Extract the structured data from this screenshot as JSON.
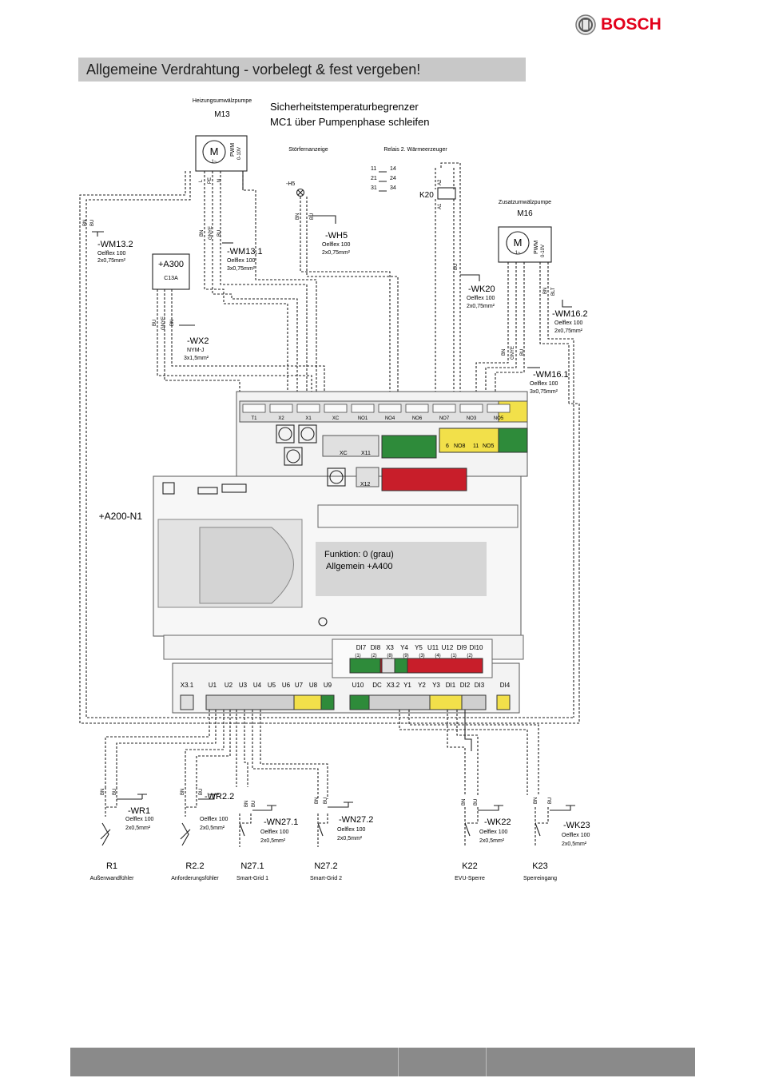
{
  "brand": {
    "name": "BOSCH"
  },
  "banner": {
    "title": "Allgemeine Verdrahtung - vorbelegt & fest vergeben!"
  },
  "notes": {
    "stb_line1": "Sicherheitstemperaturbegrenzer",
    "stb_line2": "MC1 über Pumpenphase schleifen"
  },
  "components": {
    "m13": {
      "caption": "Heizungsumwälzpumpe",
      "label": "M13",
      "symbol": "M",
      "phase": "1~",
      "pwm": "PWM",
      "pwm_range": "0-10V"
    },
    "h5": {
      "caption": "Störfernanzeige",
      "label": "-H5"
    },
    "relay": {
      "caption": "Relais 2. Wärmeerzeuger",
      "label": "K20",
      "a1": "A1",
      "a2": "A2",
      "contacts": [
        "11",
        "14",
        "21",
        "24",
        "31",
        "34"
      ]
    },
    "m16": {
      "caption": "Zusatzumwälzpumpe",
      "label": "M16",
      "symbol": "M",
      "phase": "1~",
      "pwm": "PWM",
      "pwm_range": "0-10V"
    },
    "a300": {
      "label": "+A300",
      "sub": "C13A"
    },
    "a200": {
      "label": "+A200-N1"
    },
    "function_box": {
      "line1": "Funktion: 0 (grau)",
      "line2": "Allgemein +A400"
    }
  },
  "cables": {
    "wm13_2": {
      "name": "-WM13.2",
      "type": "Oelflex 100",
      "spec": "2x0,75mm²"
    },
    "wm13_1": {
      "name": "-WM13.1",
      "type": "Oelflex 100",
      "spec": "3x0,75mm²"
    },
    "wh5": {
      "name": "-WH5",
      "type": "Oelflex 100",
      "spec": "2x0,75mm²"
    },
    "wk20": {
      "name": "-WK20",
      "type": "Oelflex 100",
      "spec": "2x0,75mm²"
    },
    "wm16_2": {
      "name": "-WM16.2",
      "type": "Oelflex 100",
      "spec": "2x0,75mm²"
    },
    "wm16_1": {
      "name": "-WM16.1",
      "type": "Oelflex 100",
      "spec": "3x0,75mm²"
    },
    "wx2": {
      "name": "-WX2",
      "type": "NYM-J",
      "spec": "3x1,5mm²"
    },
    "wr1": {
      "name": "-WR1",
      "type": "Oelflex 100",
      "spec": "2x0,5mm²"
    },
    "wr2_2": {
      "name": "-WR2.2",
      "type": "Oelflex 100",
      "spec": "2x0,5mm²"
    },
    "wn27_1": {
      "name": "-WN27.1",
      "type": "Oelflex 100",
      "spec": "2x0,5mm²"
    },
    "wn27_2": {
      "name": "-WN27.2",
      "type": "Oelflex 100",
      "spec": "2x0,5mm²"
    },
    "wk22": {
      "name": "-WK22",
      "type": "Oelflex 100",
      "spec": "2x0,5mm²"
    },
    "wk23": {
      "name": "-WK23",
      "type": "Oelflex 100",
      "spec": "2x0,5mm²"
    }
  },
  "wires": {
    "bn": "BN",
    "bu": "BU",
    "gnye": "GNYE",
    "n": "N",
    "pe": "PE",
    "l": "L",
    "blt": "BLT"
  },
  "top_terminals": [
    "T1",
    "X2",
    "X1",
    "XC",
    "NO1",
    "NO4",
    "NO6",
    "NO7",
    "NO3",
    "NO5"
  ],
  "mid_terminals": {
    "xc": "XC",
    "x11": "X11",
    "x12": "X12",
    "yellow": [
      "6",
      "NO8",
      "11",
      "NO5"
    ]
  },
  "bottom_top_row": [
    "DI7",
    "DI8",
    "X3",
    "Y4",
    "Y5",
    "U11",
    "U12",
    "DI9",
    "DI10"
  ],
  "bottom_top_nums": [
    "(1)",
    "(2)",
    "(8)",
    "(9)",
    "(3)",
    "(4)",
    "(1)",
    "(2)"
  ],
  "bottom_row": [
    "X3.1",
    "U1",
    "U2",
    "U3",
    "U4",
    "U5",
    "U6",
    "U7",
    "U8",
    "U9",
    "U10",
    "DC",
    "X3.2",
    "Y1",
    "Y2",
    "Y3",
    "DI1",
    "DI2",
    "DI3",
    "DI4"
  ],
  "sensors": [
    {
      "label": "R1",
      "caption": "Außenwandfühler"
    },
    {
      "label": "R2.2",
      "caption": "Anforderungsfühler"
    },
    {
      "label": "N27.1",
      "caption": "Smart-Grid 1"
    },
    {
      "label": "N27.2",
      "caption": "Smart-Grid 2"
    },
    {
      "label": "K22",
      "caption": "EVU-Sperre"
    },
    {
      "label": "K23",
      "caption": "Sperreingang"
    }
  ],
  "colors": {
    "green": "#2e8b3a",
    "red": "#c81e2a",
    "yellow": "#f2e04a",
    "grey": "#cfcfcf",
    "brand": "#e2001a"
  }
}
